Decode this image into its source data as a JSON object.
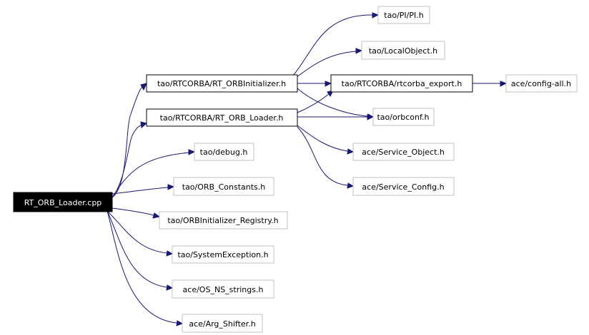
{
  "colors": {
    "edge": "#191970",
    "root_fill": "#000000",
    "root_text": "#ffffff",
    "dark_border": "#000000",
    "light_border": "#bfbfbf",
    "text": "#000000"
  },
  "nodes": {
    "root": "RT_ORB_Loader.cpp",
    "rt_orbinitializer": "tao/RTCORBA/RT_ORBInitializer.h",
    "rt_orb_loader": "tao/RTCORBA/RT_ORB_Loader.h",
    "rtcorba_export": "tao/RTCORBA/rtcorba_export.h",
    "config_all": "ace/config-all.h",
    "pi": "tao/PI/PI.h",
    "local_object": "tao/LocalObject.h",
    "orbconf": "tao/orbconf.h",
    "service_object": "ace/Service_Object.h",
    "service_config": "ace/Service_Config.h",
    "debug": "tao/debug.h",
    "orb_constants": "tao/ORB_Constants.h",
    "orbinit_registry": "tao/ORBInitializer_Registry.h",
    "system_exception": "tao/SystemException.h",
    "os_ns_strings": "ace/OS_NS_strings.h",
    "arg_shifter": "ace/Arg_Shifter.h"
  },
  "edges": [
    [
      "root",
      "rt_orbinitializer"
    ],
    [
      "root",
      "rt_orb_loader"
    ],
    [
      "root",
      "debug"
    ],
    [
      "root",
      "orb_constants"
    ],
    [
      "root",
      "orbinit_registry"
    ],
    [
      "root",
      "system_exception"
    ],
    [
      "root",
      "os_ns_strings"
    ],
    [
      "root",
      "arg_shifter"
    ],
    [
      "rt_orbinitializer",
      "pi"
    ],
    [
      "rt_orbinitializer",
      "local_object"
    ],
    [
      "rt_orbinitializer",
      "rtcorba_export"
    ],
    [
      "rt_orbinitializer",
      "orbconf"
    ],
    [
      "rt_orb_loader",
      "rtcorba_export"
    ],
    [
      "rt_orb_loader",
      "orbconf"
    ],
    [
      "rt_orb_loader",
      "service_object"
    ],
    [
      "rt_orb_loader",
      "service_config"
    ],
    [
      "rtcorba_export",
      "config_all"
    ]
  ]
}
